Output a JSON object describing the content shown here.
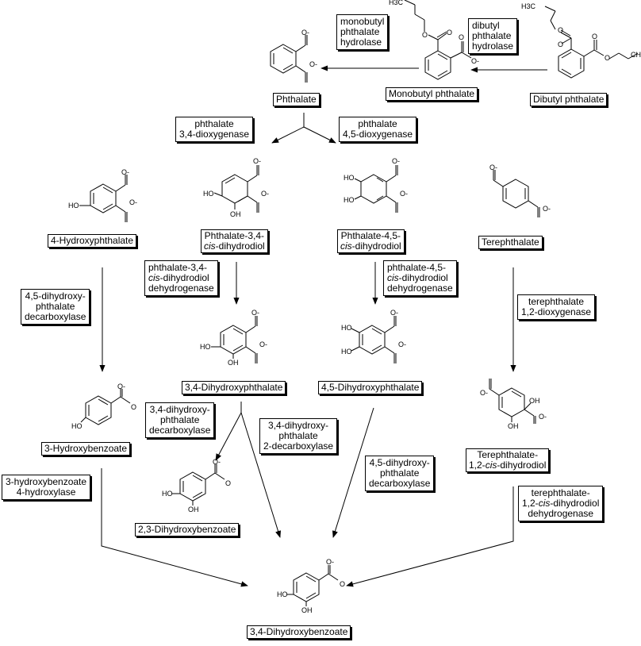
{
  "compounds": {
    "dibutyl_phthalate": "Dibutyl phthalate",
    "monobutyl_phthalate": "Monobutyl phthalate",
    "phthalate": "Phthalate",
    "hydroxyphthalate": "4-Hydroxyphthalate",
    "p34_dihydrodiol_l1": "Phthalate-3,4-",
    "p34_dihydrodiol_l2a": "cis",
    "p34_dihydrodiol_l2b": "-dihydrodiol",
    "p45_dihydrodiol_l1": "Phthalate-4,5-",
    "p45_dihydrodiol_l2a": "cis",
    "p45_dihydrodiol_l2b": "-dihydrodiol",
    "terephthalate": "Terephthalate",
    "dihydroxyphthalate_34": "3,4-Dihydroxyphthalate",
    "dihydroxyphthalate_45": "4,5-Dihydroxyphthalate",
    "hydroxybenzoate_3": "3-Hydroxybenzoate",
    "dihydroxybenzoate_23": "2,3-Dihydroxybenzoate",
    "tere_dihydrodiol_l1": "Terephthalate-",
    "tere_dihydrodiol_l2a": "1,2-",
    "tere_dihydrodiol_l2b": "cis",
    "tere_dihydrodiol_l2c": "-dihydrodiol",
    "dihydroxybenzoate_34": "3,4-Dihydroxybenzoate"
  },
  "enzymes": {
    "monobutyl_hydrolase": [
      "monobutyl",
      "phthalate",
      "hydrolase"
    ],
    "dibutyl_hydrolase": [
      "dibutyl",
      "phthalate",
      "hydrolase"
    ],
    "p34_dioxygenase": [
      "phthalate",
      "3,4-dioxygenase"
    ],
    "p45_dioxygenase": [
      "phthalate",
      "4,5-dioxygenase"
    ],
    "p34_dehydrogenase": [
      "phthalate-3,4-",
      "cis",
      "-dihydrodiol",
      "dehydrogenase"
    ],
    "p45_dehydrogenase": [
      "phthalate-4,5-",
      "cis",
      "-dihydrodiol",
      "dehydrogenase"
    ],
    "hp_decarboxylase": [
      "4,5-dihydroxy-",
      "phthalate",
      "decarboxylase"
    ],
    "tere_dioxygenase": [
      "terephthalate",
      "1,2-dioxygenase"
    ],
    "dhp34_decarboxylase": [
      "3,4-dihydroxy-",
      "phthalate",
      "decarboxylase"
    ],
    "dhp34_2_decarboxylase": [
      "3,4-dihydroxy-",
      "phthalate",
      "2-decarboxylase"
    ],
    "dhp45_decarboxylase": [
      "4,5-dihydroxy-",
      "phthalate",
      "decarboxylase"
    ],
    "hb_hydroxylase": [
      "3-hydroxybenzoate",
      "4-hydroxylase"
    ],
    "tere_dehydrogenase": [
      "terephthalate-",
      "1,2-",
      "cis",
      "-dihydrodiol",
      "dehydrogenase"
    ]
  },
  "atoms": {
    "o_minus": "O-",
    "o": "O",
    "oh": "OH",
    "ho": "HO",
    "h3c": "H3C"
  }
}
